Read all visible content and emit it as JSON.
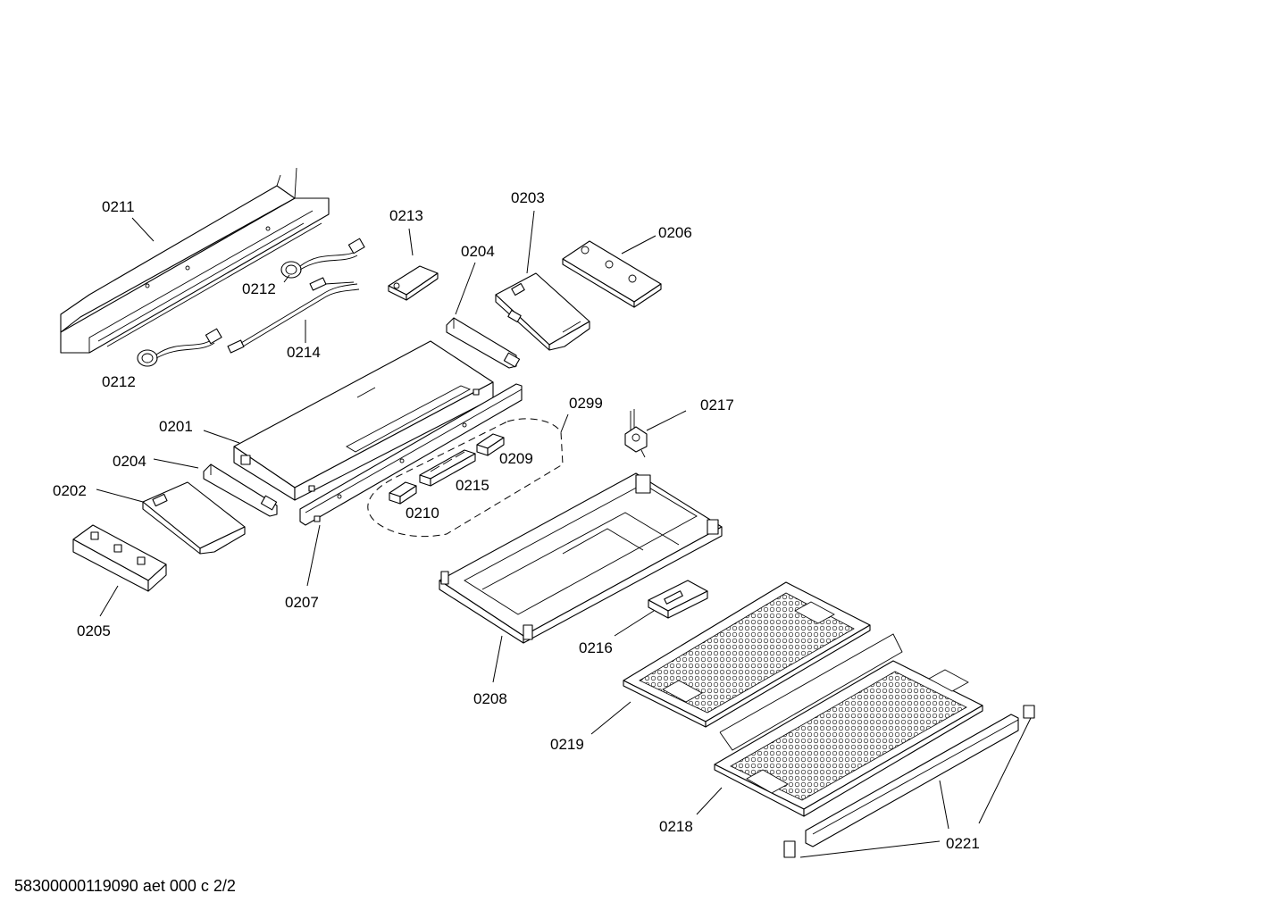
{
  "diagram": {
    "labels": {
      "p0211": "0211",
      "p0213": "0213",
      "p0203": "0203",
      "p0206": "0206",
      "p0204a": "0204",
      "p0212a": "0212",
      "p0214": "0214",
      "p0212b": "0212",
      "p0201": "0201",
      "p0204b": "0204",
      "p0202": "0202",
      "p0299": "0299",
      "p0217": "0217",
      "p0209": "0209",
      "p0215": "0215",
      "p0210": "0210",
      "p0207": "0207",
      "p0205": "0205",
      "p0208": "0208",
      "p0216": "0216",
      "p0219": "0219",
      "p0218": "0218",
      "p0221": "0221"
    },
    "footer": "58300000119090 aet 000 c 2/2"
  }
}
